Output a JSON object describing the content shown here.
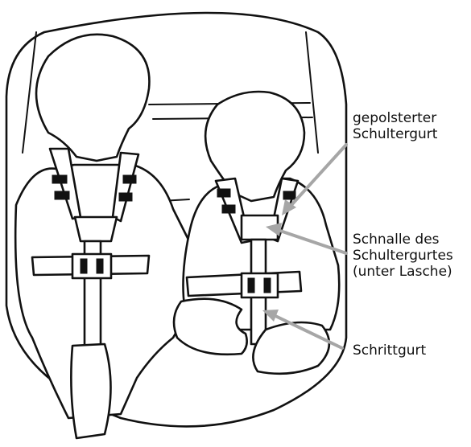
{
  "labels": {
    "padded_shoulder_strap": [
      "gepolsterter",
      "Schultergurt"
    ],
    "buckle": [
      "Schnalle des",
      "Schultergurtes",
      "(unter Lasche)"
    ],
    "crotch_strap": [
      "Schrittgurt"
    ]
  },
  "colors": {
    "ink": "#111111",
    "leader": "#a6a6a6",
    "background": "#ffffff"
  }
}
